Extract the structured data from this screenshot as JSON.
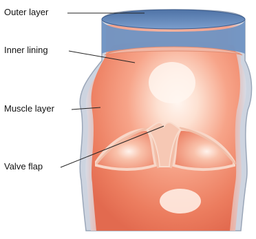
{
  "labels": {
    "outer_layer": "Outer layer",
    "inner_lining": "Inner lining",
    "muscle_layer": "Muscle layer",
    "valve_flap": "Valve flap"
  },
  "colors": {
    "outer_layer": "#5f86b8",
    "inner_lining": "#f2b7a5",
    "muscle_layer": "#e8795d",
    "valve_flap": "#f6c8b4",
    "lumen_highlight": "#fff2ea",
    "leader_line": "#222222"
  }
}
